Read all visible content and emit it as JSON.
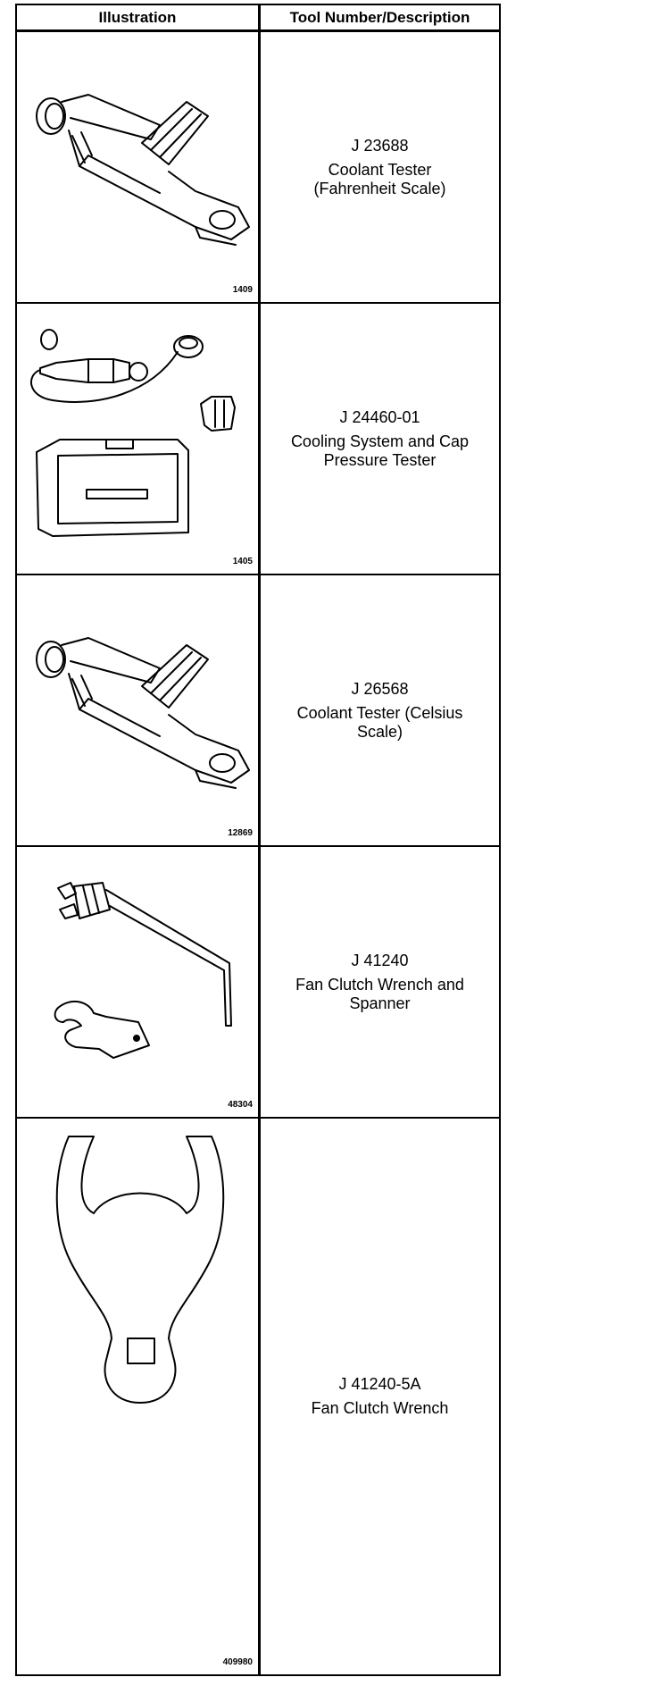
{
  "header": {
    "illustration": "Illustration",
    "tool": "Tool Number/Description"
  },
  "rows": [
    {
      "figure": "1409",
      "number": "J 23688",
      "description": "Coolant Tester\n(Fahrenheit Scale)",
      "illustration_icon": "coolant-tester-icon"
    },
    {
      "figure": "1405",
      "number": "J 24460-01",
      "description": "Cooling System and Cap\nPressure Tester",
      "illustration_icon": "pressure-tester-kit-icon"
    },
    {
      "figure": "12869",
      "number": "J 26568",
      "description": "Coolant Tester (Celsius\nScale)",
      "illustration_icon": "coolant-tester-icon"
    },
    {
      "figure": "48304",
      "number": "J 41240",
      "description": "Fan Clutch Wrench and\nSpanner",
      "illustration_icon": "wrench-and-spanner-icon"
    },
    {
      "figure": "409980",
      "number": "J 41240-5A",
      "description": "Fan Clutch Wrench",
      "illustration_icon": "fan-clutch-wrench-icon"
    }
  ]
}
